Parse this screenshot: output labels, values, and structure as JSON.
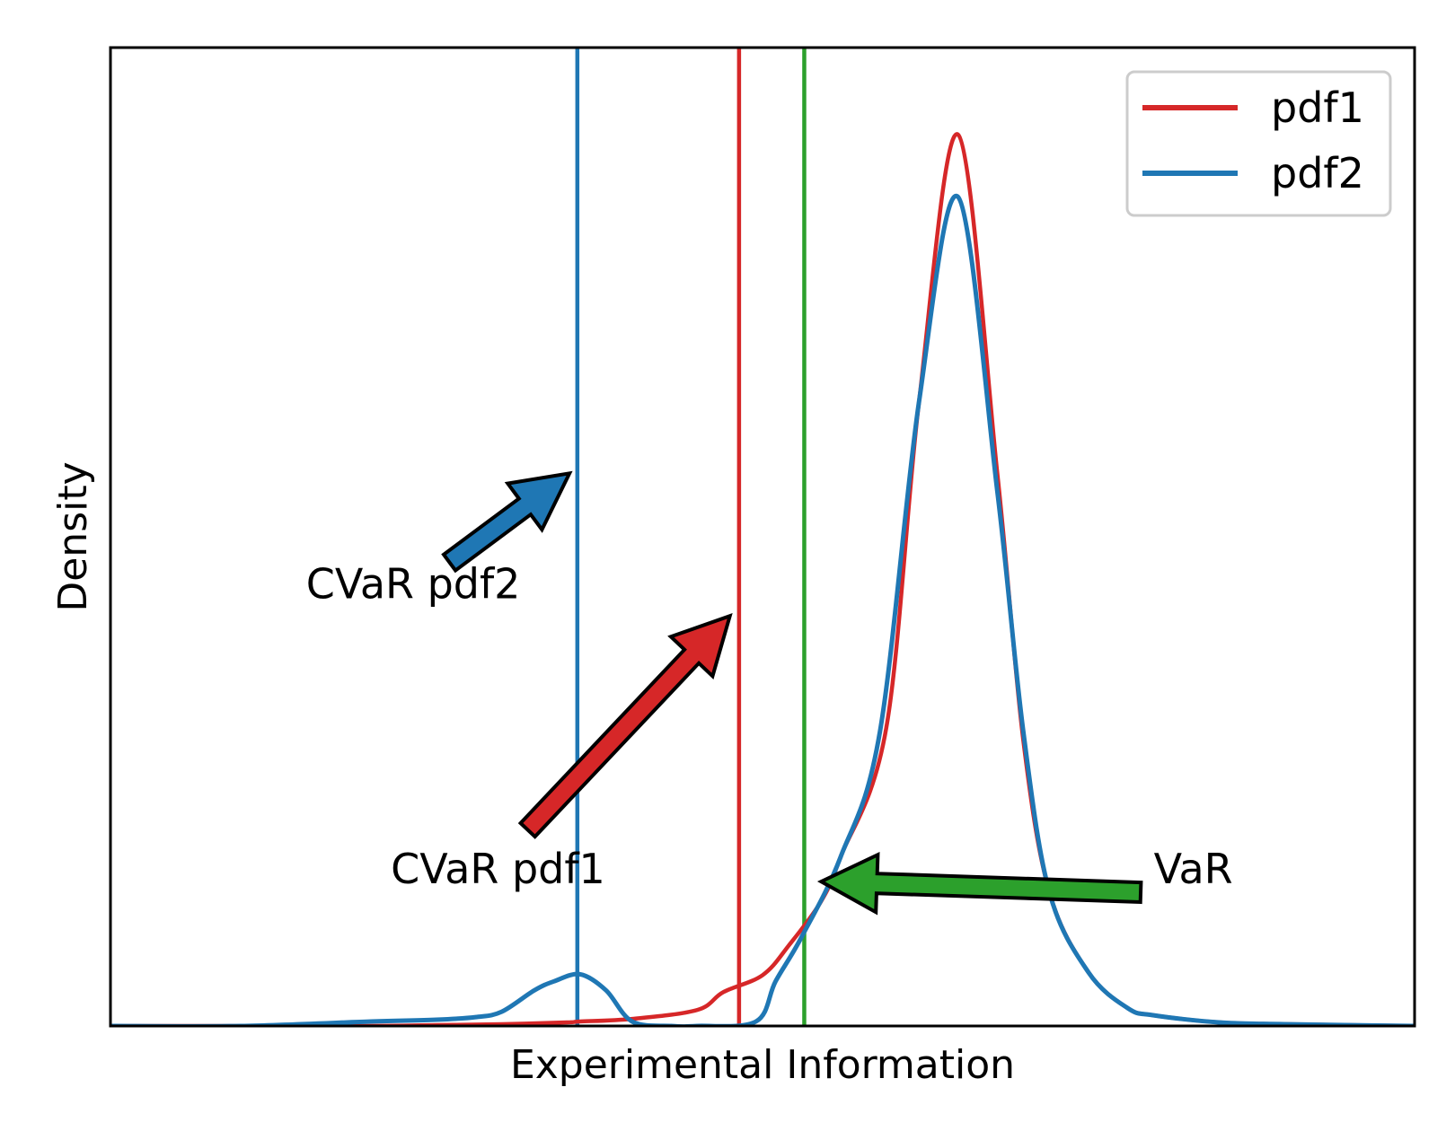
{
  "chart_data": {
    "type": "line",
    "xlabel": "Experimental Information",
    "ylabel": "Density",
    "xlim": [
      0,
      10
    ],
    "ylim": [
      0,
      1.0
    ],
    "grid": false,
    "ticks": "none",
    "legend": {
      "placement": "top-right",
      "entries": [
        "pdf1",
        "pdf2"
      ]
    },
    "series": [
      {
        "name": "pdf1",
        "color": "#d62728",
        "x": [
          0.0,
          1.0,
          2.0,
          2.5,
          3.0,
          3.5,
          3.6,
          4.0,
          4.5,
          4.7,
          5.0,
          5.2,
          5.45,
          5.6,
          5.95,
          6.2,
          6.5,
          6.8,
          7.0,
          7.2,
          7.5,
          7.8,
          8.0,
          8.5,
          9.0,
          10.0
        ],
        "y": [
          0.0,
          0.0,
          0.0,
          0.001,
          0.002,
          0.004,
          0.005,
          0.008,
          0.018,
          0.038,
          0.057,
          0.09,
          0.14,
          0.19,
          0.335,
          0.7,
          1.0,
          0.62,
          0.32,
          0.15,
          0.06,
          0.02,
          0.012,
          0.004,
          0.002,
          0.0
        ]
      },
      {
        "name": "pdf2",
        "color": "#1f77b4",
        "x": [
          0.0,
          1.0,
          2.0,
          2.5,
          2.8,
          3.0,
          3.25,
          3.4,
          3.6,
          3.8,
          4.0,
          4.3,
          4.5,
          4.95,
          5.1,
          5.3,
          5.6,
          5.9,
          6.2,
          6.5,
          6.8,
          7.0,
          7.2,
          7.5,
          7.8,
          8.0,
          8.5,
          9.0,
          10.0
        ],
        "y": [
          0.0,
          0.0,
          0.005,
          0.007,
          0.01,
          0.016,
          0.04,
          0.05,
          0.058,
          0.04,
          0.005,
          0.0,
          0.0,
          0.005,
          0.05,
          0.1,
          0.19,
          0.33,
          0.7,
          0.93,
          0.6,
          0.33,
          0.15,
          0.06,
          0.02,
          0.012,
          0.004,
          0.002,
          0.0
        ]
      }
    ],
    "vlines": [
      {
        "x": 3.58,
        "color": "#1f77b4"
      },
      {
        "x": 4.82,
        "color": "#d62728"
      },
      {
        "x": 5.32,
        "color": "#2ca02c"
      }
    ],
    "annotations": [
      {
        "text": "CVaR pdf2",
        "color": "#1f77b4",
        "text_x": 1.5,
        "text_y": 0.48,
        "arrow_from": [
          2.6,
          0.52
        ],
        "arrow_to": [
          3.52,
          0.62
        ]
      },
      {
        "text": "CVaR pdf1",
        "color": "#d62728",
        "text_x": 2.15,
        "text_y": 0.16,
        "arrow_from": [
          3.2,
          0.22
        ],
        "arrow_to": [
          4.75,
          0.46
        ]
      },
      {
        "text": "VaR",
        "color": "#2ca02c",
        "text_x": 8.0,
        "text_y": 0.16,
        "arrow_from": [
          7.9,
          0.15
        ],
        "arrow_to": [
          5.45,
          0.162
        ]
      }
    ]
  }
}
